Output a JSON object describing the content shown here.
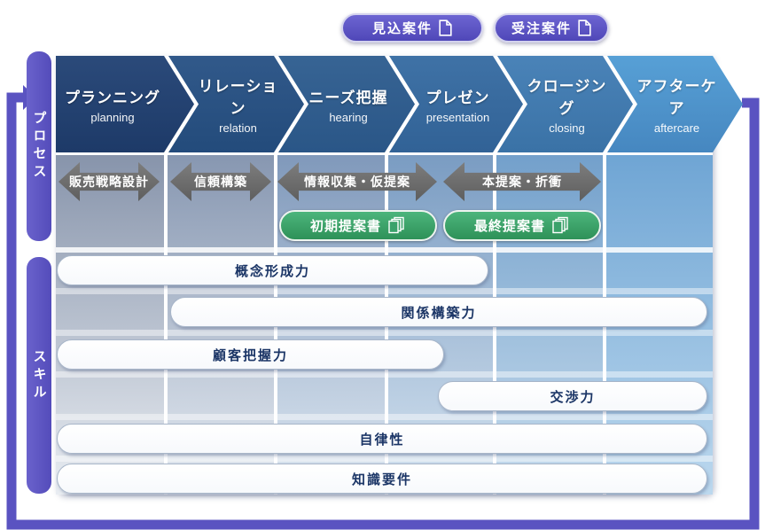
{
  "palette": {
    "purple_accent": "#5a53c1",
    "green_deliverable": "#3aa26b",
    "gray_activity": "#6b6b6b",
    "skill_text": "#1b3566",
    "stage_colors": [
      "#20406e",
      "#27517f",
      "#2e5f93",
      "#386ea3",
      "#4280b5",
      "#4f95ca"
    ]
  },
  "top_buttons": [
    {
      "label": "見込案件"
    },
    {
      "label": "受注案件"
    }
  ],
  "side_labels": {
    "process": "プロセス",
    "skill": "スキル"
  },
  "stages": [
    {
      "jp": "プランニング",
      "en": "planning"
    },
    {
      "jp": "リレーション",
      "en": "relation"
    },
    {
      "jp": "ニーズ把握",
      "en": "hearing"
    },
    {
      "jp": "プレゼン",
      "en": "presentation"
    },
    {
      "jp": "クロージング",
      "en": "closing"
    },
    {
      "jp": "アフターケア",
      "en": "aftercare"
    }
  ],
  "activities": [
    {
      "label": "販売戦略設計"
    },
    {
      "label": "信頼構築"
    },
    {
      "label": "情報収集・仮提案"
    },
    {
      "label": "本提案・折衝"
    }
  ],
  "deliverables": [
    {
      "label": "初期提案書"
    },
    {
      "label": "最終提案書"
    }
  ],
  "skills": [
    {
      "label": "概念形成力"
    },
    {
      "label": "関係構築力"
    },
    {
      "label": "顧客把握力"
    },
    {
      "label": "交渉力"
    },
    {
      "label": "自律性"
    },
    {
      "label": "知識要件"
    }
  ]
}
